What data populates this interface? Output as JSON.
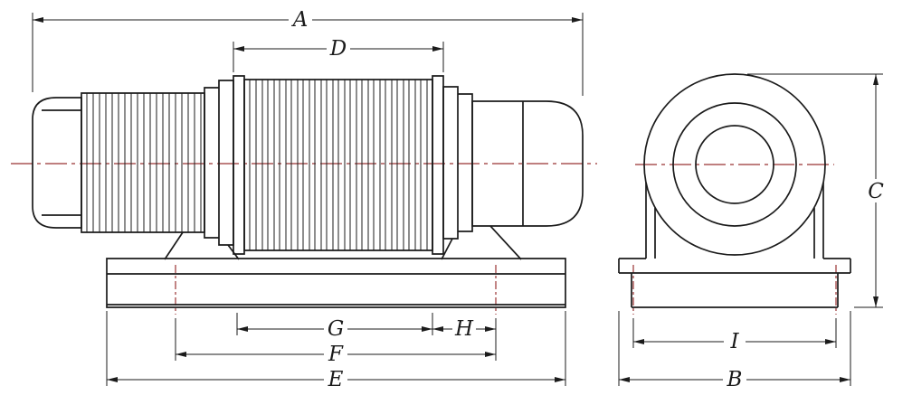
{
  "drawing": {
    "dimension_labels": {
      "a": "A",
      "b": "B",
      "c": "C",
      "d": "D",
      "e": "E",
      "f": "F",
      "g": "G",
      "h": "H",
      "i": "I"
    },
    "colors": {
      "line": "#1b1b1b",
      "centerline": "#993333",
      "background": "#ffffff"
    }
  }
}
